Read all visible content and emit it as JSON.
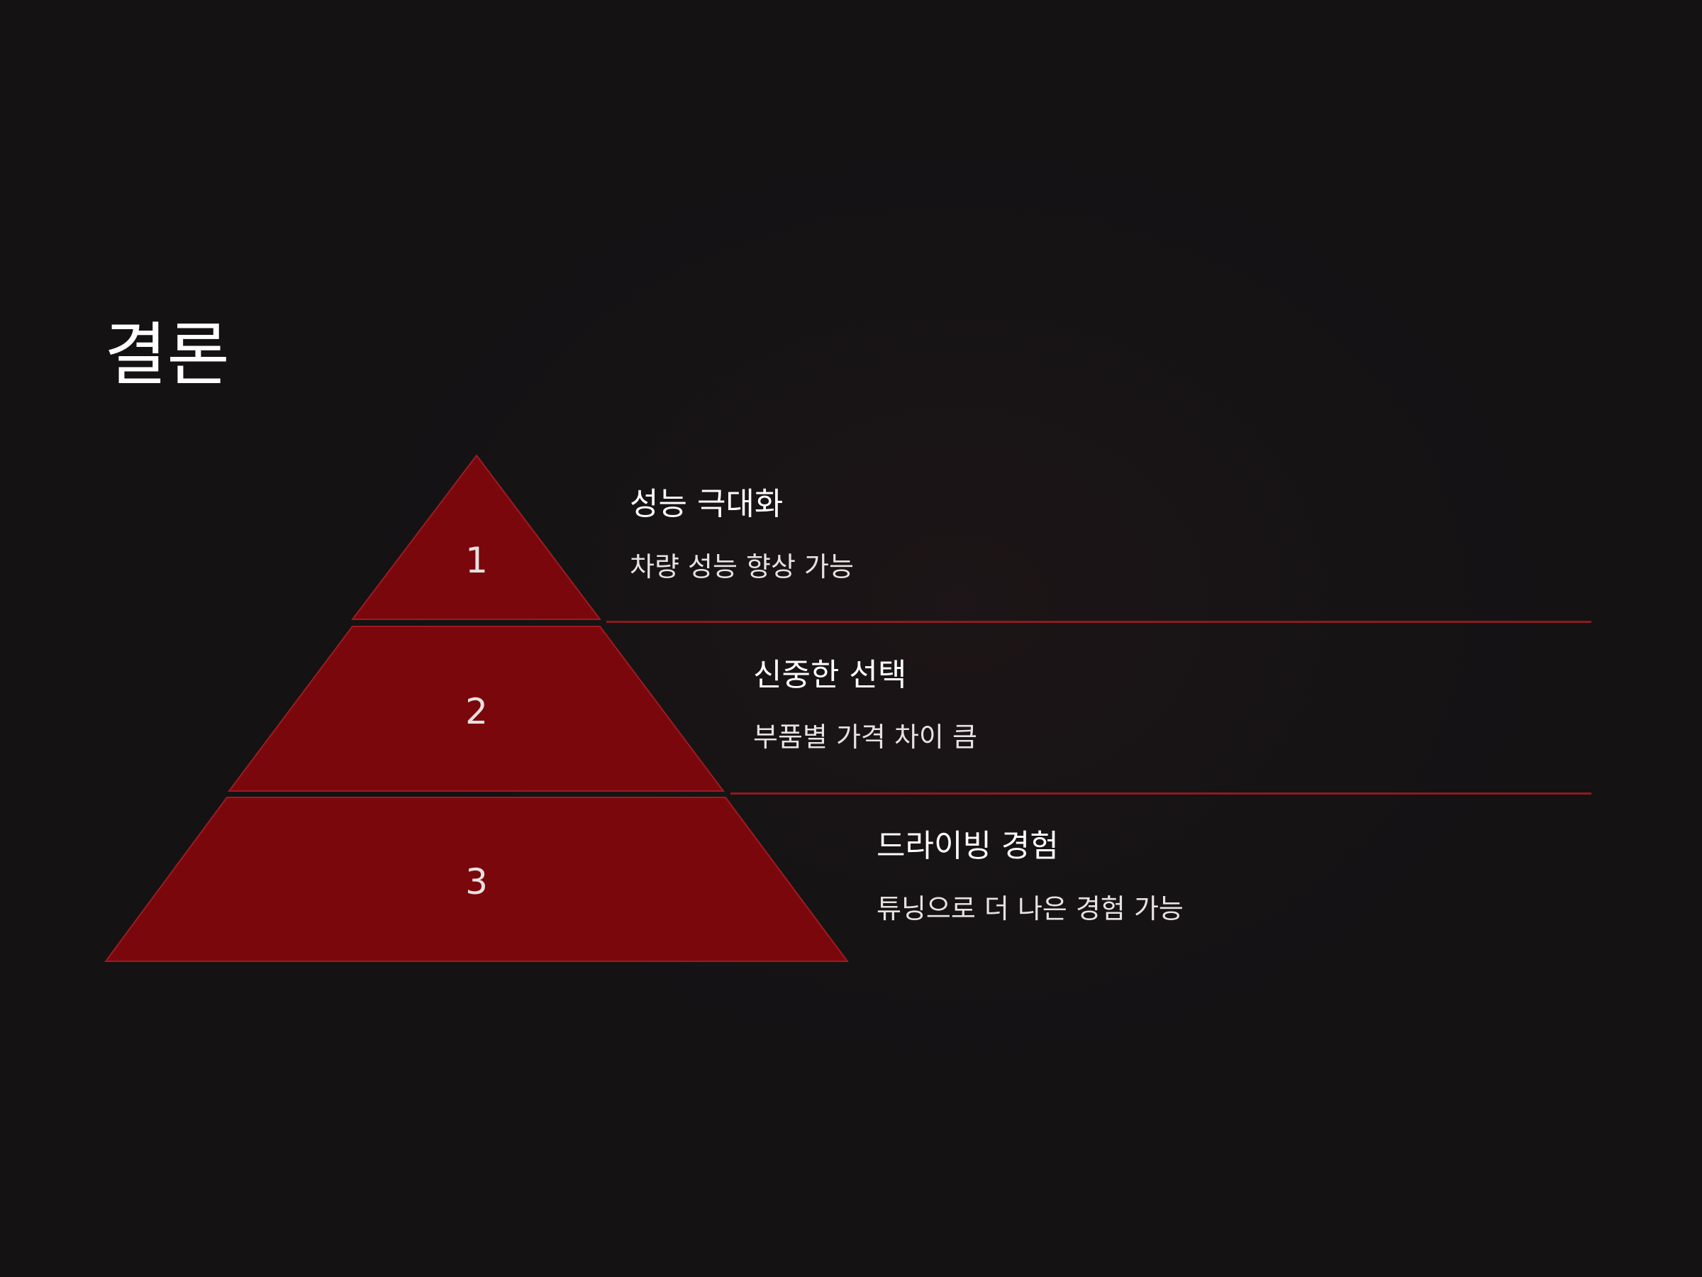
{
  "slide": {
    "title": "결론"
  },
  "tiers": [
    {
      "number": "1",
      "heading": "성능 극대화",
      "description": "차량 성능 향상 가능"
    },
    {
      "number": "2",
      "heading": "신중한 선택",
      "description": "부품별 가격 차이 큼"
    },
    {
      "number": "3",
      "heading": "드라이빙 경험",
      "description": "튜닝으로 더 나은 경험 가능"
    }
  ],
  "colors": {
    "background": "#141213",
    "tier_fill": "#7a070b",
    "tier_stroke": "#9b1c22",
    "divider": "#8e1a1f",
    "text": "#ffffff"
  }
}
